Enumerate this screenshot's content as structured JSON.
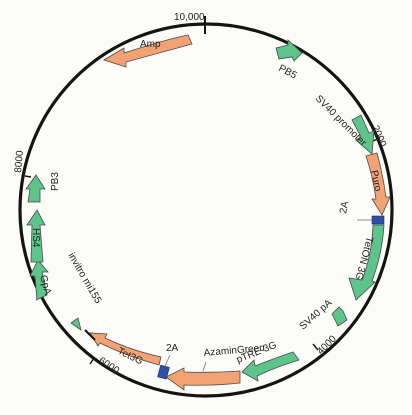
{
  "map": {
    "ticks": {
      "t10000": "10,000",
      "t2000": "2000",
      "t4000": "4000",
      "t6000": "6000",
      "t8000": "8000"
    },
    "features": {
      "amp": "Amp",
      "pb5": "PB5",
      "sv40_promoter": "SV40 promoter",
      "puro": "Puro",
      "two_a_top": "2A",
      "teton3g": "TetON 3G",
      "sv40_pa": "SV40 pA",
      "ptre3g": "pTRE-3G",
      "azamingreen": "AzaminGreen",
      "two_a_bottom": "2A",
      "tet3g": "Tet3G",
      "invitro_mi155": "invitro mi155",
      "gpa": "GpA",
      "hs4": "HS4",
      "pb3": "PB3"
    },
    "colors": {
      "backbone": "#141414",
      "cds": "#f2a273",
      "regulatory": "#5dc48c",
      "linker": "#2e4fa6",
      "feature_stroke": "#4b4b4b"
    }
  }
}
